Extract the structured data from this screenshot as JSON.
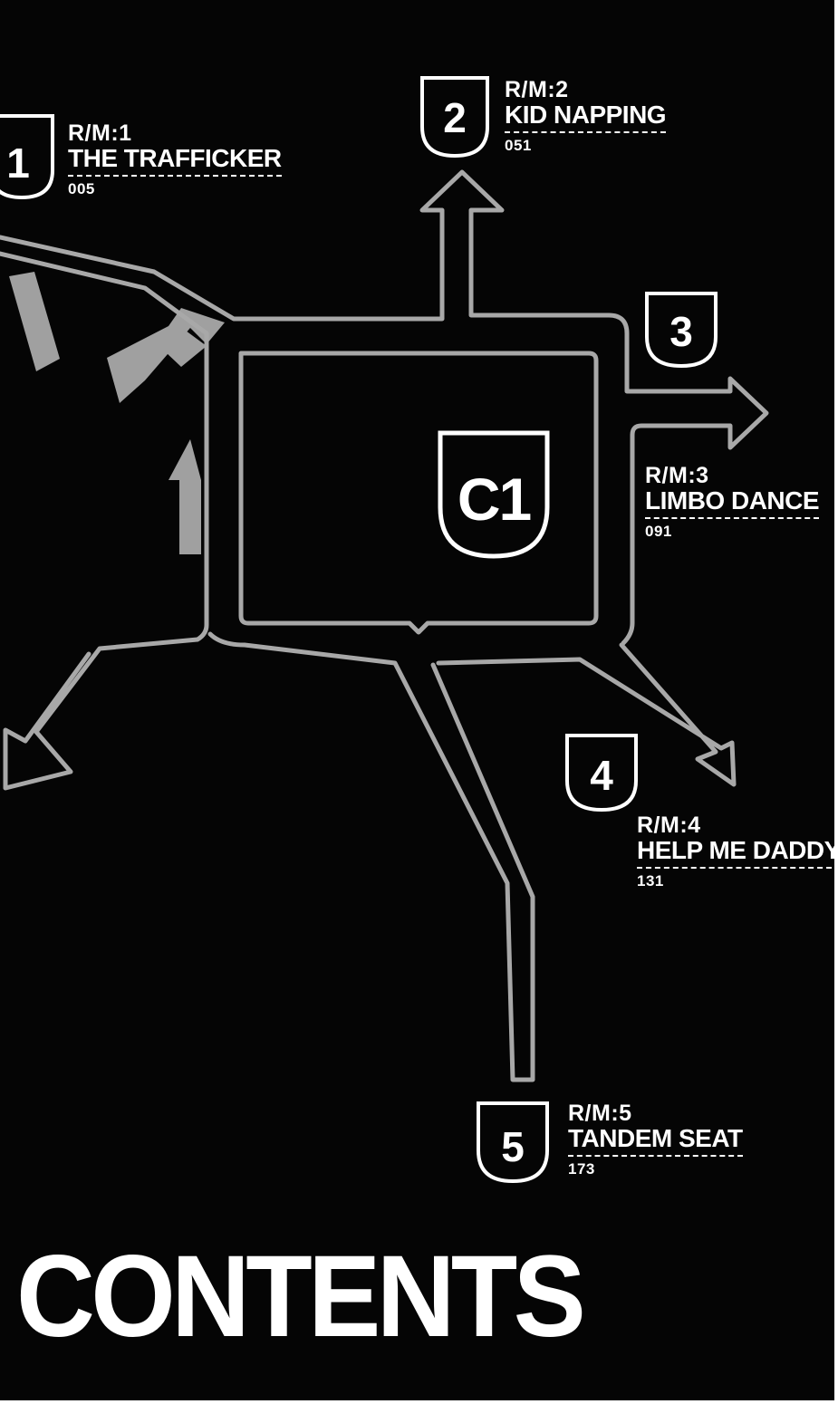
{
  "heading": "CONTENTS",
  "hub_label": "C1",
  "colors": {
    "background": "#050505",
    "road": "#a8a8a8",
    "text": "#ffffff"
  },
  "chapters": [
    {
      "badge": "1",
      "rm": "R/M:1",
      "title": "THE TRAFFICKER",
      "page": "005"
    },
    {
      "badge": "2",
      "rm": "R/M:2",
      "title": "KID NAPPING",
      "page": "051"
    },
    {
      "badge": "3",
      "rm": "R/M:3",
      "title": "LIMBO DANCE",
      "page": "091"
    },
    {
      "badge": "4",
      "rm": "R/M:4",
      "title": "HELP ME DADDY",
      "page": "131"
    },
    {
      "badge": "5",
      "rm": "R/M:5",
      "title": "TANDEM SEAT",
      "page": "173"
    }
  ]
}
